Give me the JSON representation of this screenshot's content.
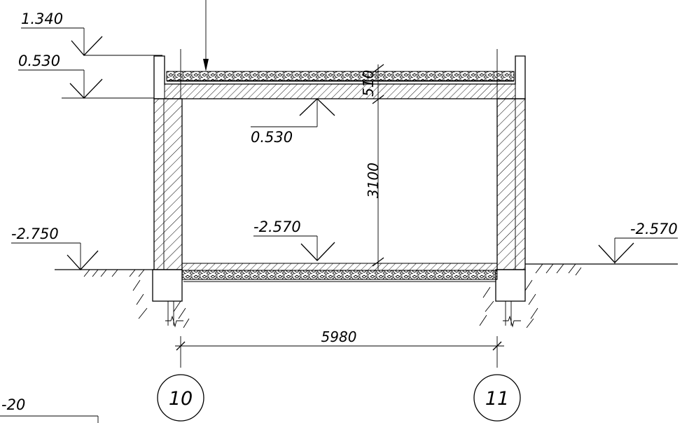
{
  "levels": {
    "top_slab": "1.340",
    "roof_left": "0.530",
    "ceiling": "0.530",
    "ground_left": "-2.750",
    "floor": "-2.570",
    "ground_right": "-2.570",
    "partial": "-20"
  },
  "dimensions": {
    "slab_thickness": "510",
    "room_height": "3100",
    "span": "5980"
  },
  "axes": {
    "left": "10",
    "right": "11"
  }
}
